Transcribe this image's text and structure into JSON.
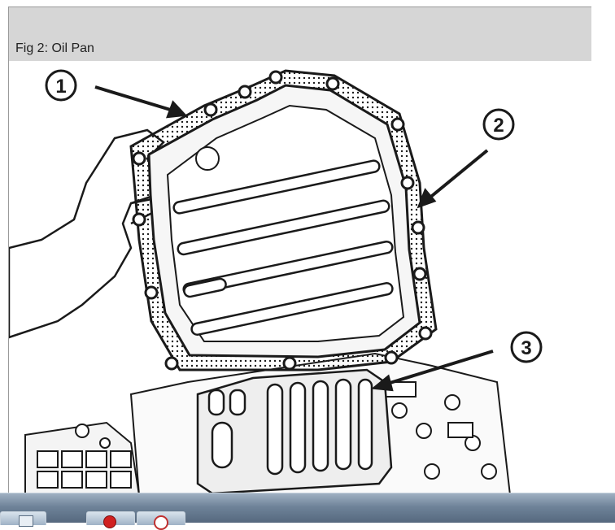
{
  "figure": {
    "caption": "Fig 2: Oil Pan"
  },
  "callouts": [
    {
      "number": "1"
    },
    {
      "number": "2"
    },
    {
      "number": "3"
    }
  ],
  "icons": {
    "taskbar_app_1": "window-icon",
    "taskbar_app_2": "red-circle-app-icon",
    "taskbar_app_3": "clock-icon"
  },
  "colors": {
    "header_bg": "#d6d6d6",
    "taskbar_bg": "#6f8399",
    "line_art": "#1a1a1a"
  }
}
